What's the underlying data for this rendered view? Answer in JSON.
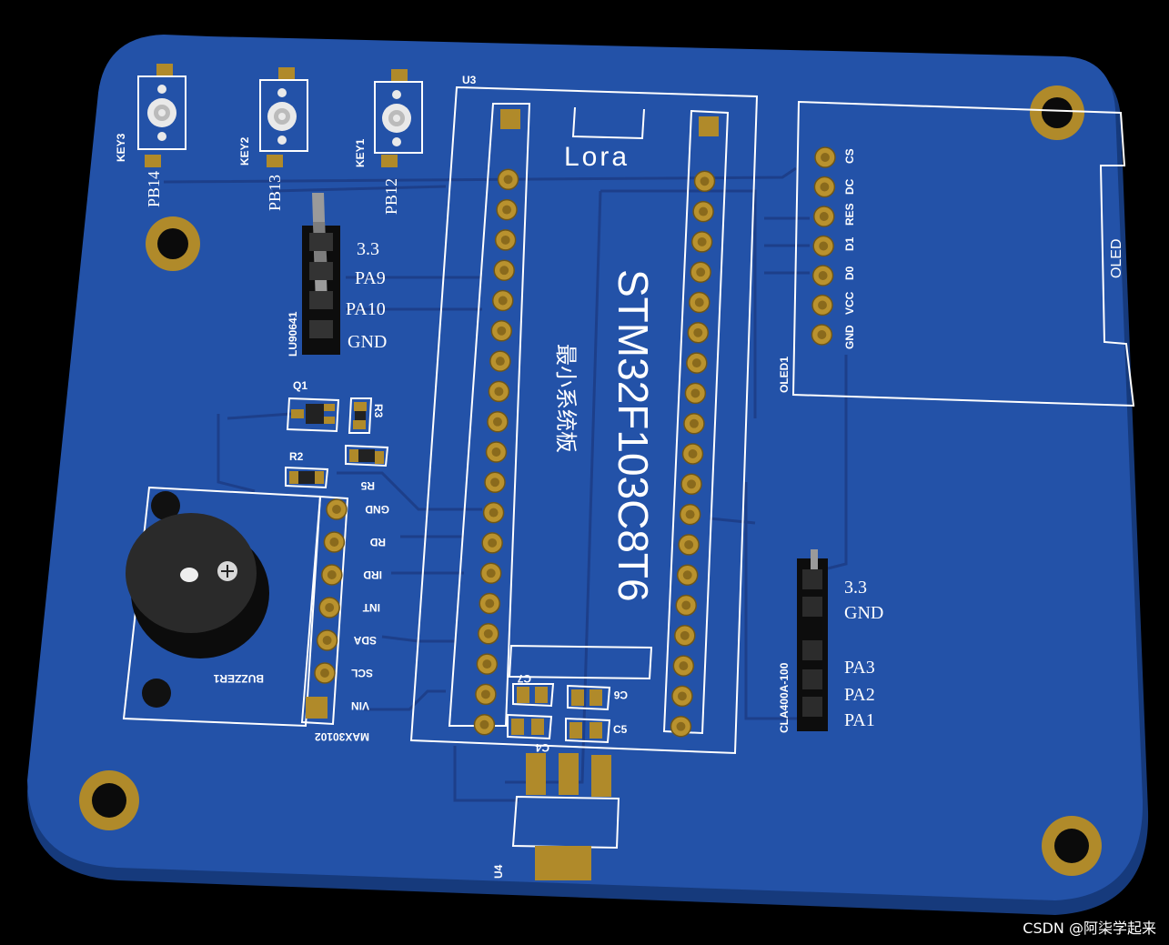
{
  "board": {
    "colors": {
      "board": "#2352a8",
      "board_edge": "#163a7c",
      "pad": "#b08a2a",
      "silkscreen": "#ffffff",
      "background": "#000000"
    },
    "keys": [
      {
        "ref": "KEY3",
        "net": "PB14"
      },
      {
        "ref": "KEY2",
        "net": "PB13"
      },
      {
        "ref": "KEY1",
        "net": "PB12"
      }
    ],
    "uart_header": {
      "ref": "LU90641",
      "pins": [
        "3.3",
        "PA9",
        "PA10",
        "GND"
      ]
    },
    "mcu": {
      "ref": "U3",
      "title": "STM32F103C8T6",
      "subtitle": "最小系统板",
      "module_label": "Lora"
    },
    "oled": {
      "ref": "OLED1",
      "label": "OLED",
      "pins": [
        "CS",
        "DC",
        "RES",
        "D1",
        "D0",
        "VCC",
        "GND"
      ]
    },
    "smd_parts": {
      "q1": "Q1",
      "r3": "R3",
      "r5": "R5",
      "r2": "R2",
      "c7": "C7",
      "c6": "C6",
      "c5": "C5",
      "c4": "C4"
    },
    "buzzer": {
      "ref": "BUZZER1"
    },
    "sensor": {
      "ref": "MAX30102",
      "pins": [
        "GND",
        "RD",
        "IRD",
        "INT",
        "SDA",
        "SCL",
        "VIN"
      ]
    },
    "right_header": {
      "ref": "CLA400A-100",
      "pins": [
        "3.3",
        "GND",
        "PA3",
        "PA2",
        "PA1"
      ]
    },
    "regulator": {
      "ref": "U4"
    },
    "watermark": "CSDN @阿柒学起来"
  }
}
